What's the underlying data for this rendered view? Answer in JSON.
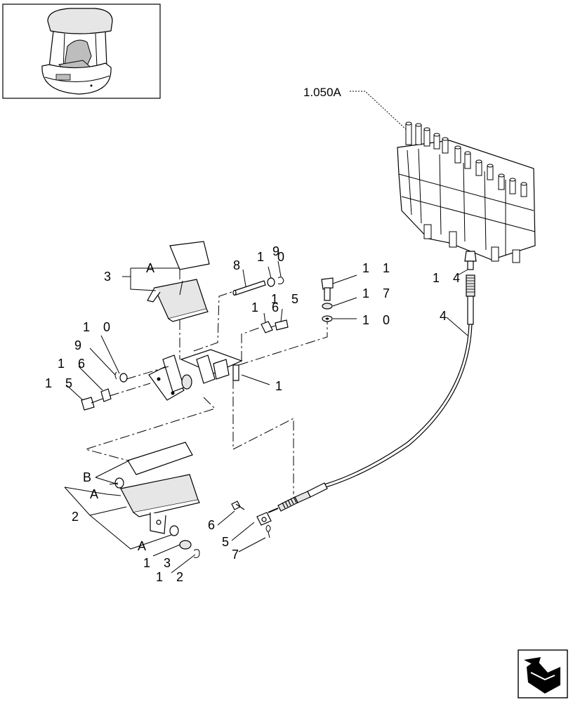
{
  "labels": {
    "ref_main": "1.050A",
    "part_1": "1",
    "part_2": "2",
    "part_3": "3",
    "part_4": "4",
    "part_5": "5",
    "part_6": "6",
    "part_7": "7",
    "part_8": "8",
    "part_9_top": "9",
    "part_9_left": "9",
    "part_10_top": "1 0",
    "part_10_right": "1 0",
    "part_10_left": "1 0",
    "part_11": "1 1",
    "part_12": "1 2",
    "part_13": "1 3",
    "part_14": "1 4",
    "part_15_top": "1 5",
    "part_15_left": "1 5",
    "part_16_top": "1 6",
    "part_16_left": "1 6",
    "part_17": "1 7",
    "letter_a_top": "A",
    "letter_a_mid": "A",
    "letter_a_bottom": "A",
    "letter_b": "B"
  },
  "icons": {
    "thumbnail": "machine-location-thumbnail",
    "nav": "next-page-arrow-icon"
  }
}
